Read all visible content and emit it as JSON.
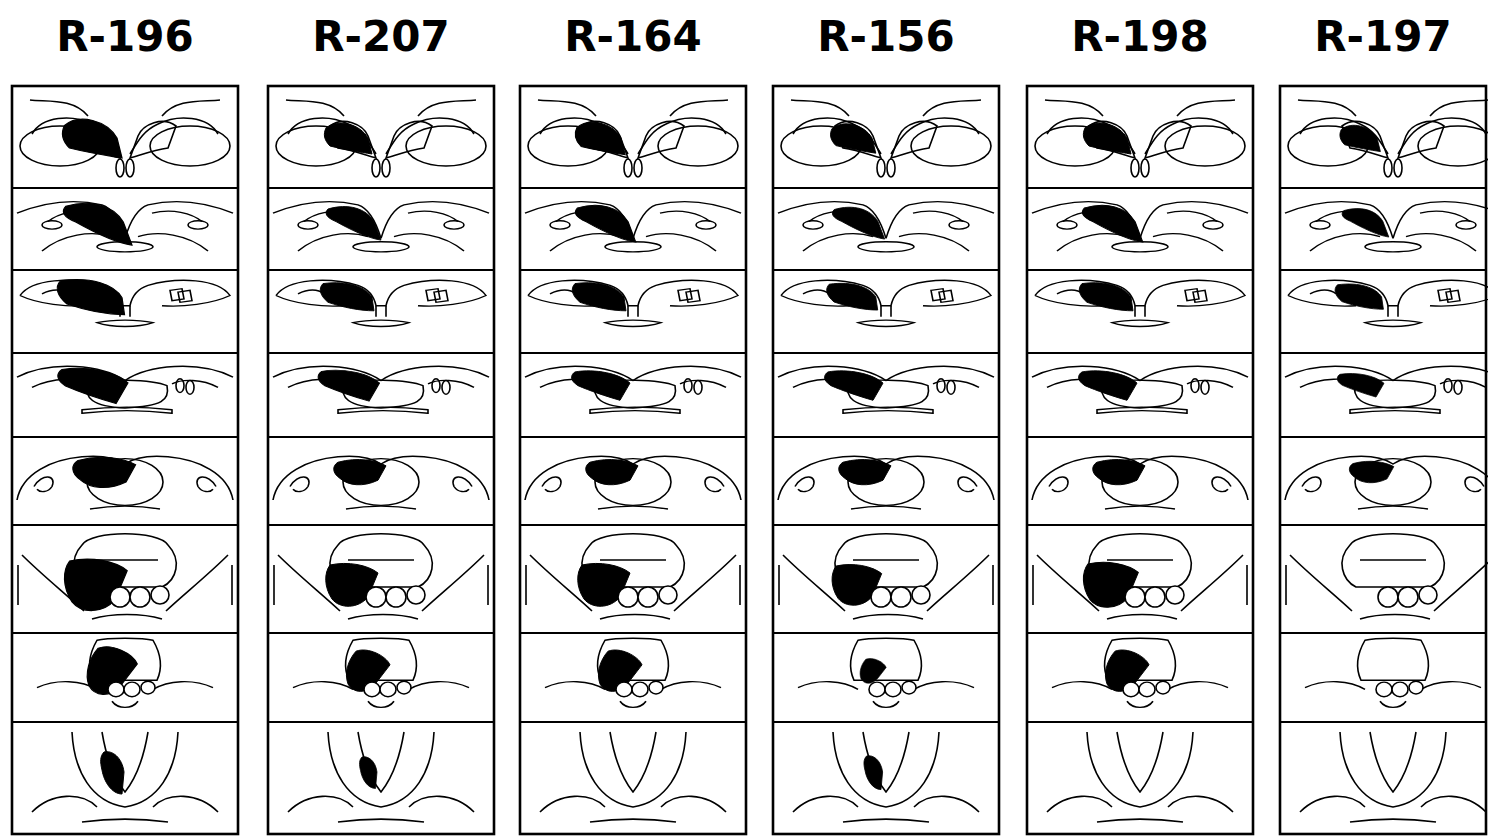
{
  "diagram": {
    "labels": [
      "R-196",
      "R-207",
      "R-164",
      "R-156",
      "R-198",
      "R-197"
    ]
  }
}
